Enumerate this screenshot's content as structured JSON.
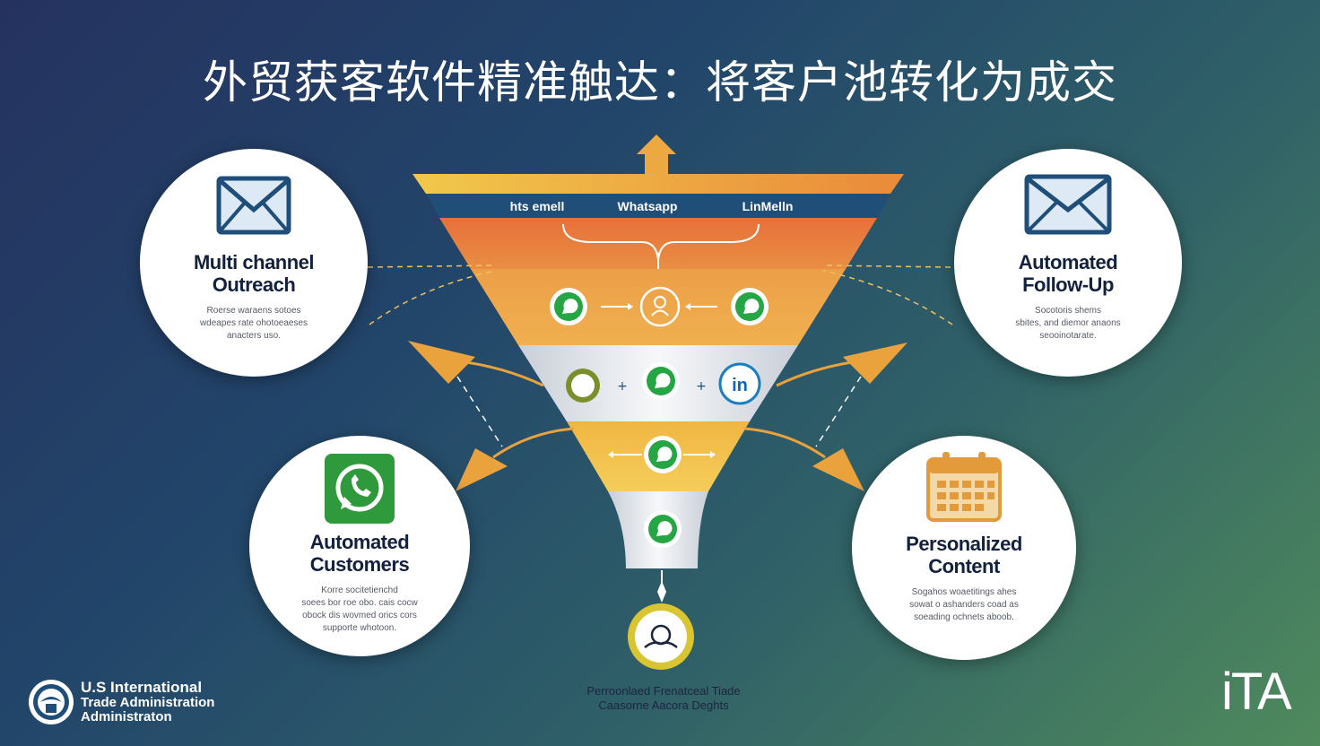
{
  "title": "外贸获客软件精准触达：将客户池转化为成交",
  "funnel": {
    "channels": [
      "hts emell",
      "Whatsapp",
      "LinMelln"
    ],
    "colors": {
      "yellow": "#f2c14e",
      "navy": "#1f4e79",
      "teal": "#2a8c9a",
      "orange": "#e07a3e",
      "gold": "#e9b23c",
      "silver": "#eef0f4",
      "whatsapp": "#25d366",
      "linkedin": "#0a66c2",
      "arrow": "#e9a23c"
    }
  },
  "cards": {
    "multichannel": {
      "heading": "Multi channel\nOutreach",
      "desc": "Roerse waraens sotoes\nwdeapes rate ohotoeaeses\nanacters uso.",
      "icon": "envelope-icon"
    },
    "followup": {
      "heading": "Automated\nFollow-Up",
      "desc": "Socotoris shems\nsbites, and diemor anaons\nseooinotarate.",
      "icon": "envelope-icon"
    },
    "customers": {
      "heading": "Automated\nCustomers",
      "desc": "Korre socitetienchd\nsoees bor roe obo. cais cocw\nobock dis wovmed orics cors\nsupporte whotoon.",
      "icon": "whatsapp-icon"
    },
    "personalized": {
      "heading": "Personalized\nContent",
      "desc": "Sogahos woaetitings ahes\nsowat o ashanders coad as\nsoeading ochnets aboob.",
      "icon": "calendar-icon"
    }
  },
  "bottom_caption": {
    "line1": "Perroonlaed Frenatceal Tiade",
    "line2": "Caasorne Aacora Deghts"
  },
  "footer": {
    "org_line1": "U.S  International",
    "org_line2": "Trade Administration",
    "org_line3": "Administraton",
    "logo": "iTA"
  }
}
